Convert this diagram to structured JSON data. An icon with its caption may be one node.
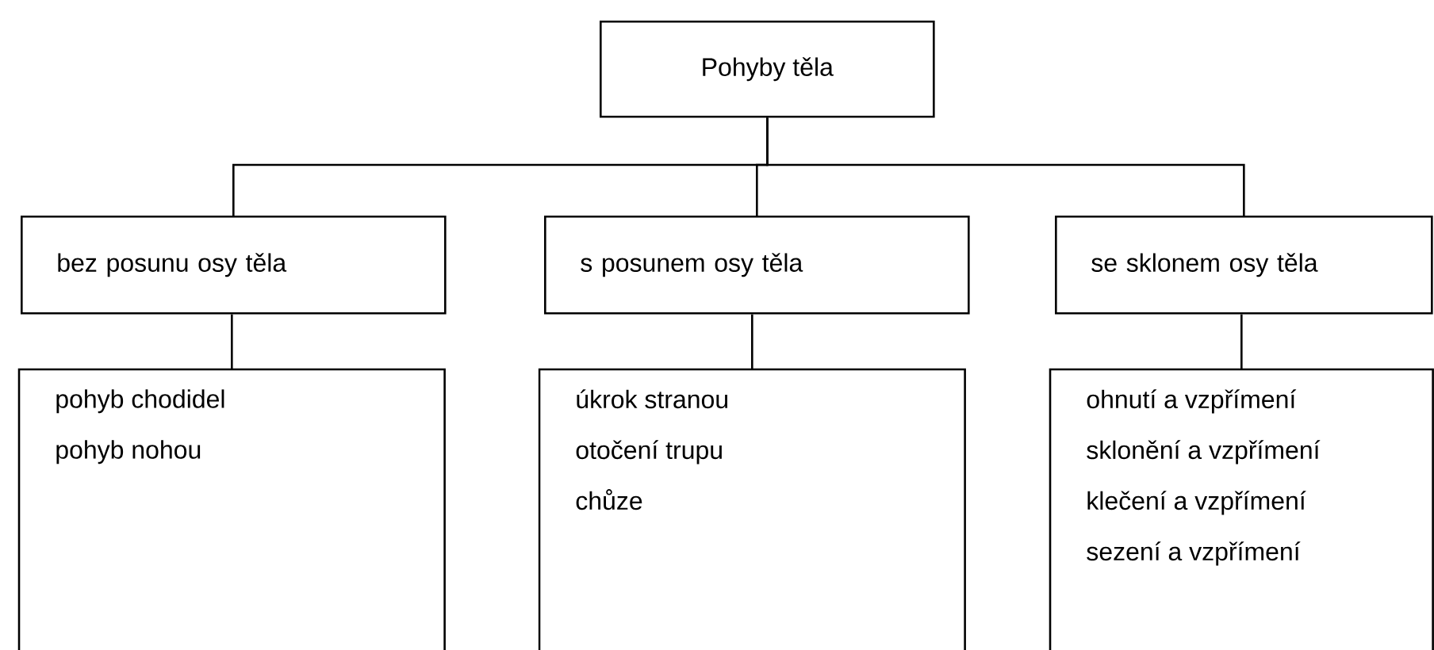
{
  "diagram": {
    "nodes": [
      {
        "text": [
          "Pohyby těla"
        ]
      },
      {
        "text": [
          "bez posunu osy těla"
        ]
      },
      {
        "text": [
          "s posunem osy těla"
        ]
      },
      {
        "text": [
          "se sklonem osy těla"
        ]
      },
      {
        "text": [
          "pohyb chodidel",
          "pohyb nohou"
        ]
      },
      {
        "text": [
          "úkrok stranou",
          "otočení trupu",
          "chůze"
        ]
      },
      {
        "text": [
          "ohnutí a vzpřímení",
          "sklonění a vzpřímení",
          "klečení a vzpřímení",
          "sezení a vzpřímení"
        ]
      }
    ],
    "edges": [
      {
        "from": 0,
        "to": 1,
        "arrow": "none"
      },
      {
        "from": 0,
        "to": 2,
        "arrow": "none"
      },
      {
        "from": 0,
        "to": 3,
        "arrow": "none"
      },
      {
        "from": 1,
        "to": 4,
        "arrow": "none"
      },
      {
        "from": 2,
        "to": 5,
        "arrow": "none"
      },
      {
        "from": 3,
        "to": 6,
        "arrow": "none"
      }
    ]
  }
}
